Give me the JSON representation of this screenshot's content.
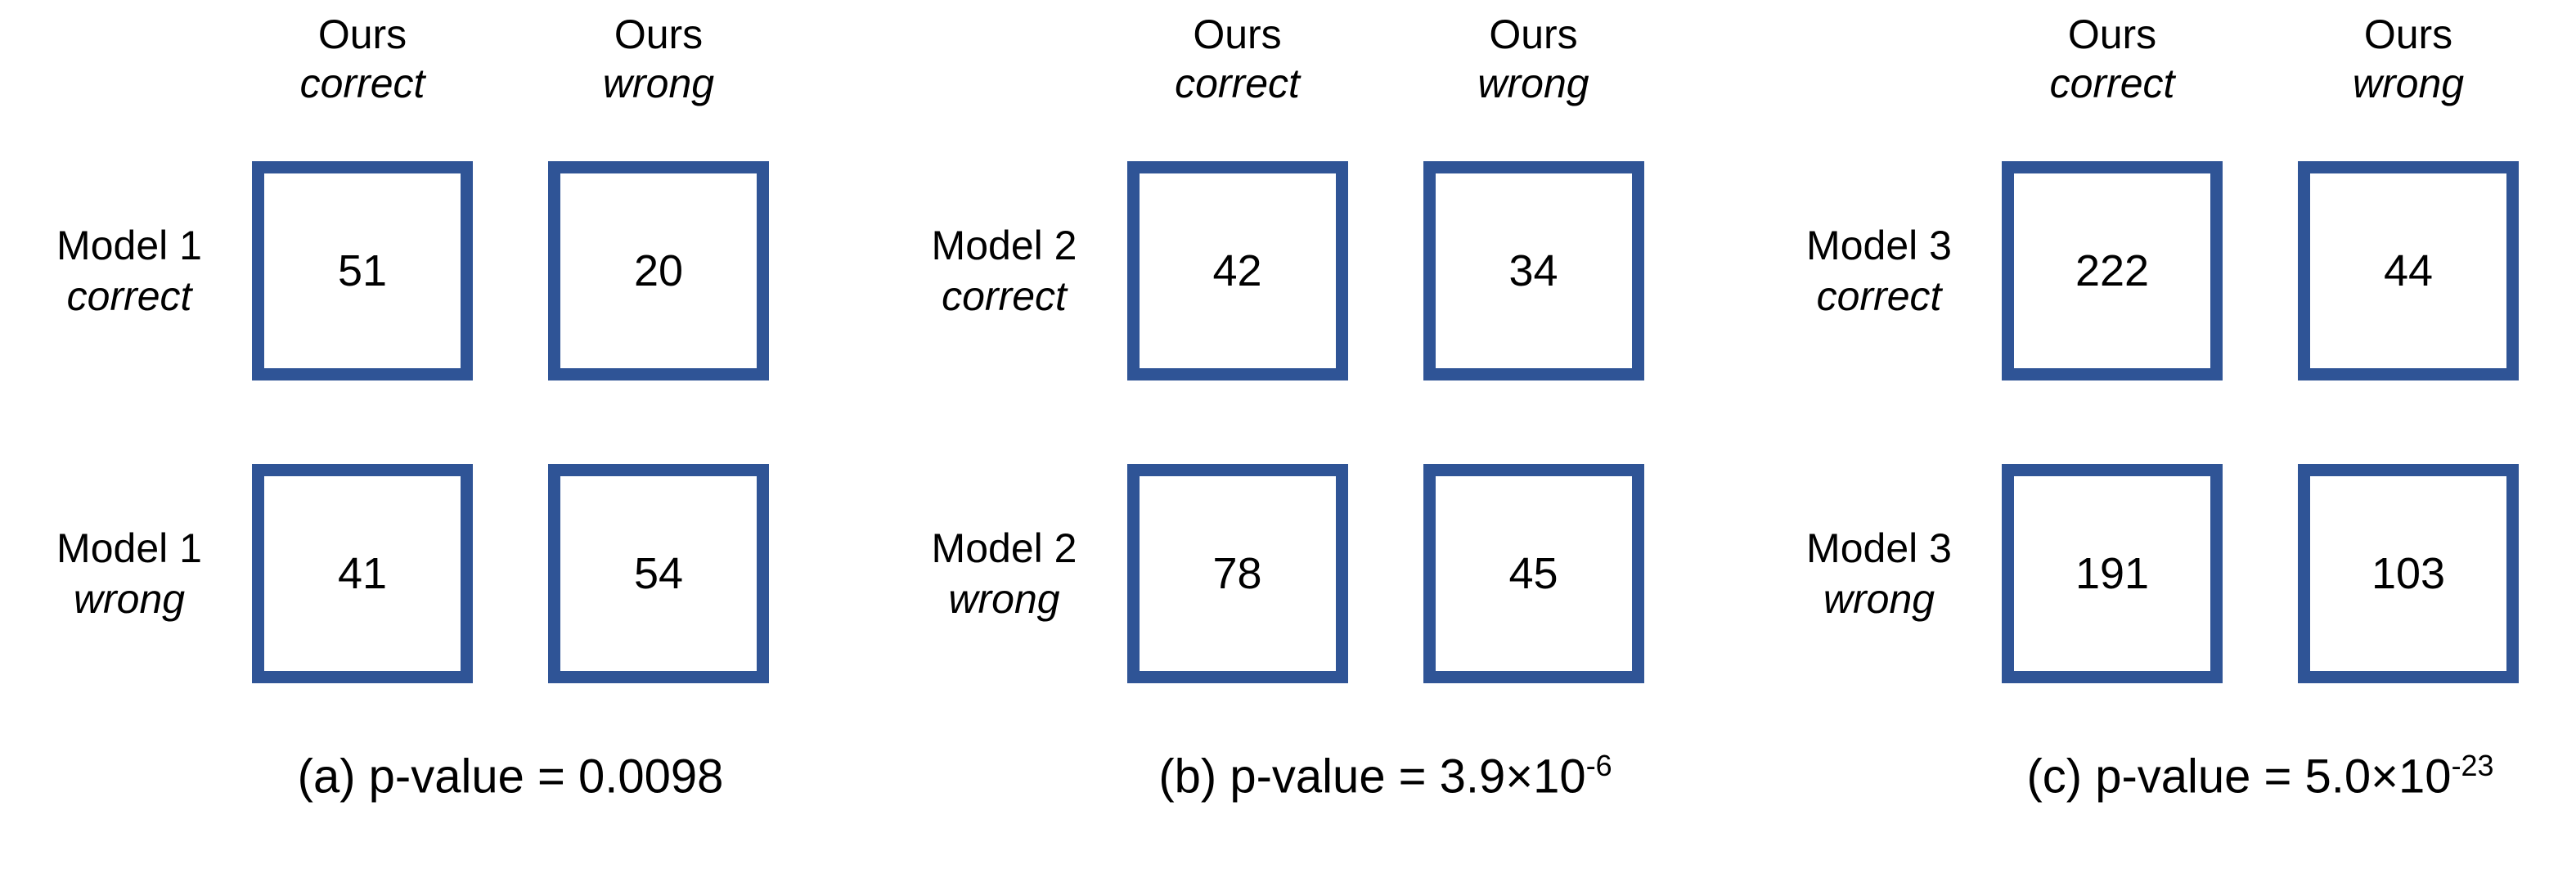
{
  "colors": {
    "box_border": "#2F5496",
    "text": "#000000",
    "background": "#FFFFFF"
  },
  "panels": [
    {
      "id": "a",
      "columns": [
        {
          "top": "Ours",
          "bottom": "correct"
        },
        {
          "top": "Ours",
          "bottom": "wrong"
        }
      ],
      "rows": [
        {
          "label_top": "Model 1",
          "label_bottom": "correct",
          "cells": [
            "51",
            "20"
          ]
        },
        {
          "label_top": "Model 1",
          "label_bottom": "wrong",
          "cells": [
            "41",
            "54"
          ]
        }
      ],
      "caption": {
        "base": "(a) p-value = 0.0098",
        "exponent": ""
      }
    },
    {
      "id": "b",
      "columns": [
        {
          "top": "Ours",
          "bottom": "correct"
        },
        {
          "top": "Ours",
          "bottom": "wrong"
        }
      ],
      "rows": [
        {
          "label_top": "Model 2",
          "label_bottom": "correct",
          "cells": [
            "42",
            "34"
          ]
        },
        {
          "label_top": "Model 2",
          "label_bottom": "wrong",
          "cells": [
            "78",
            "45"
          ]
        }
      ],
      "caption": {
        "base": "(b) p-value = 3.9×10",
        "exponent": "-6"
      }
    },
    {
      "id": "c",
      "columns": [
        {
          "top": "Ours",
          "bottom": "correct"
        },
        {
          "top": "Ours",
          "bottom": "wrong"
        }
      ],
      "rows": [
        {
          "label_top": "Model 3",
          "label_bottom": "correct",
          "cells": [
            "222",
            "44"
          ]
        },
        {
          "label_top": "Model 3",
          "label_bottom": "wrong",
          "cells": [
            "191",
            "103"
          ]
        }
      ],
      "caption": {
        "base": "(c) p-value = 5.0×10",
        "exponent": "-23"
      }
    }
  ],
  "chart_data": [
    {
      "type": "table",
      "title": "(a) p-value = 0.0098",
      "col_labels": [
        "Ours correct",
        "Ours wrong"
      ],
      "row_labels": [
        "Model 1 correct",
        "Model 1 wrong"
      ],
      "values": [
        [
          51,
          20
        ],
        [
          41,
          54
        ]
      ],
      "p_value": 0.0098
    },
    {
      "type": "table",
      "title": "(b) p-value = 3.9×10⁻⁶",
      "col_labels": [
        "Ours correct",
        "Ours wrong"
      ],
      "row_labels": [
        "Model 2 correct",
        "Model 2 wrong"
      ],
      "values": [
        [
          42,
          34
        ],
        [
          78,
          45
        ]
      ],
      "p_value": 3.9e-06
    },
    {
      "type": "table",
      "title": "(c) p-value = 5.0×10⁻²³",
      "col_labels": [
        "Ours correct",
        "Ours wrong"
      ],
      "row_labels": [
        "Model 3 correct",
        "Model 3 wrong"
      ],
      "values": [
        [
          222,
          44
        ],
        [
          191,
          103
        ]
      ],
      "p_value": 5e-23
    }
  ]
}
